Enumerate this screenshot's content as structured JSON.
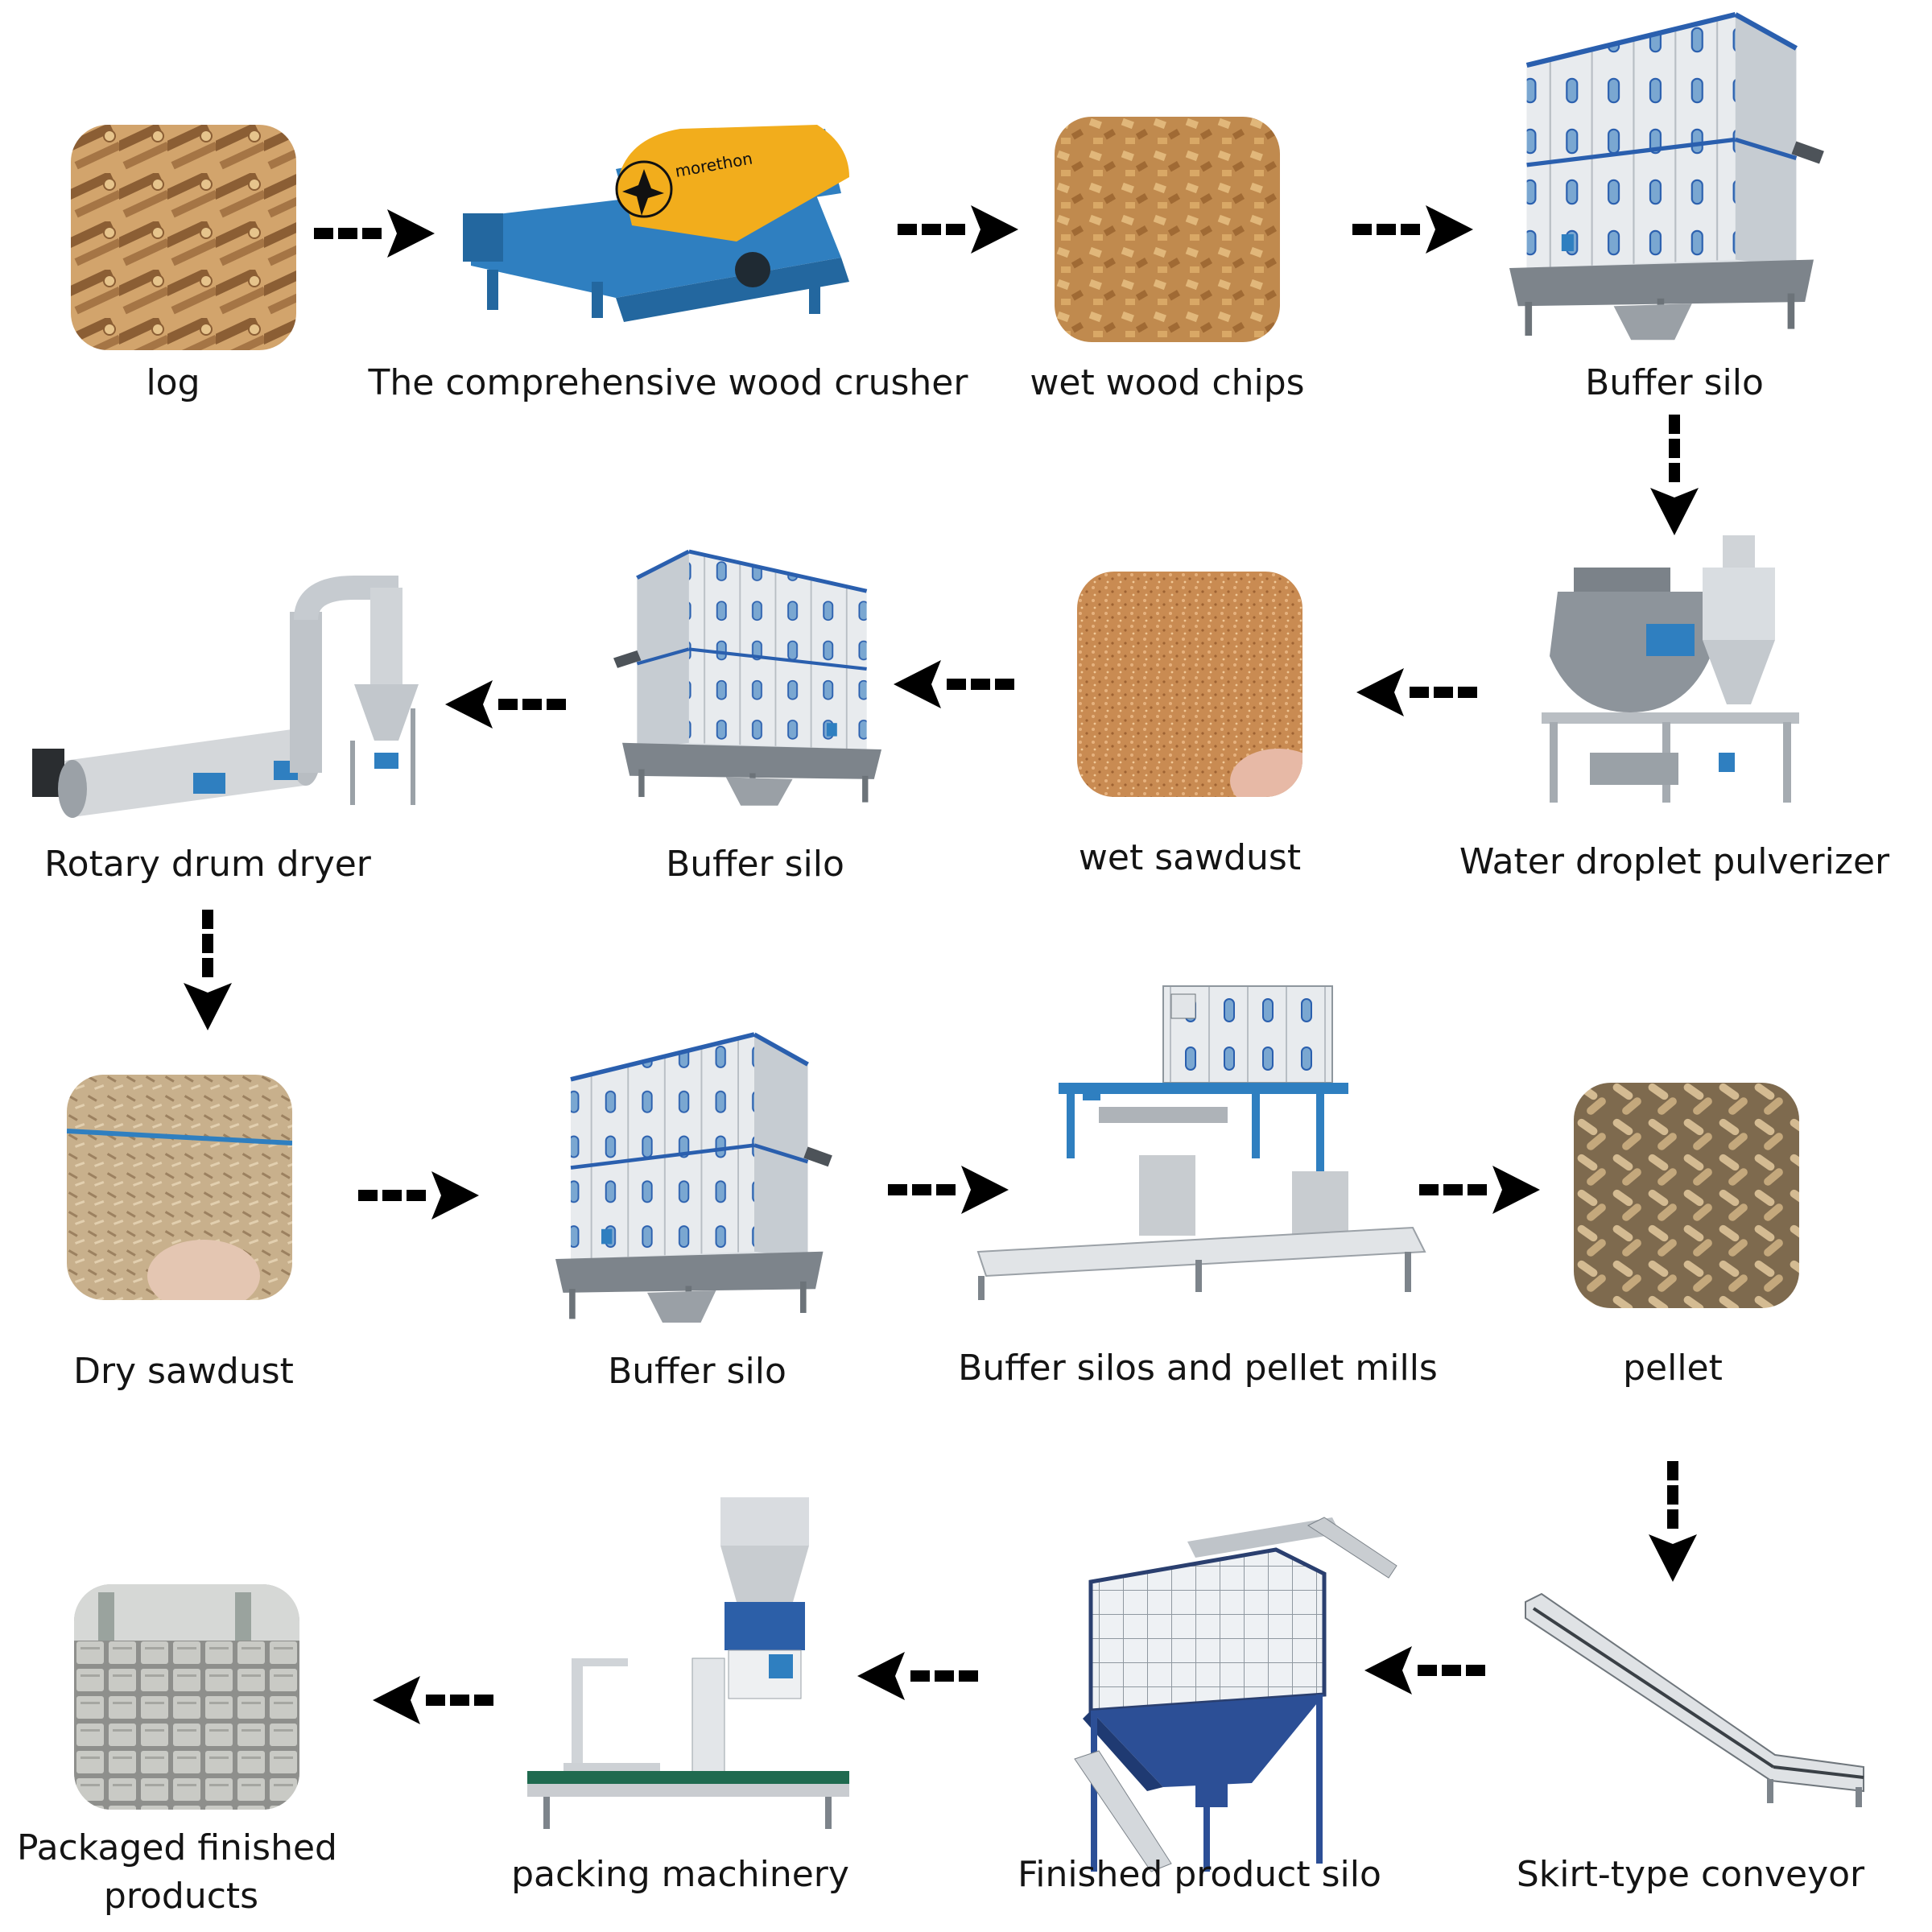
{
  "title": "Wood pellet production process",
  "colors": {
    "arrow": "#000000",
    "machine_blue": "#2f7fc0",
    "machine_yellow": "#f2ad1c",
    "silo_panel": "#e6e9ec",
    "silo_trim": "#2a5fae",
    "steel": "#c9ccd0",
    "wood": "#b98a55",
    "sawdust": "#c9894f",
    "pellet": "#cdb188",
    "belt_green": "#1f6a4f"
  },
  "brand": "morethon",
  "steps": [
    {
      "label": "log",
      "icon": "log-photo-icon"
    },
    {
      "label": "The comprehensive wood crusher",
      "icon": "wood-crusher-machine-icon"
    },
    {
      "label": "wet wood chips",
      "icon": "wood-chips-photo-icon"
    },
    {
      "label": "Buffer silo",
      "icon": "buffer-silo-icon"
    },
    {
      "label": "Water droplet pulverizer",
      "icon": "pulverizer-machine-icon"
    },
    {
      "label": "wet sawdust",
      "icon": "wet-sawdust-photo-icon"
    },
    {
      "label": "Buffer silo",
      "icon": "buffer-silo-icon"
    },
    {
      "label": "Rotary drum dryer",
      "icon": "rotary-drum-dryer-icon"
    },
    {
      "label": "Dry sawdust",
      "icon": "dry-sawdust-photo-icon"
    },
    {
      "label": "Buffer silo",
      "icon": "buffer-silo-icon"
    },
    {
      "label": "Buffer silos and pellet mills",
      "icon": "pellet-mill-icon"
    },
    {
      "label": "pellet",
      "icon": "pellet-photo-icon"
    },
    {
      "label": "Skirt-type conveyor",
      "icon": "skirt-conveyor-icon"
    },
    {
      "label": "Finished product silo",
      "icon": "finished-product-silo-icon"
    },
    {
      "label": "packing machinery",
      "icon": "packing-machine-icon"
    },
    {
      "label": "Packaged finished",
      "label_line2": "products",
      "icon": "packaged-products-photo-icon"
    }
  ],
  "arrows": [
    {
      "direction": "right",
      "from": 0,
      "to": 1
    },
    {
      "direction": "right",
      "from": 1,
      "to": 2
    },
    {
      "direction": "right",
      "from": 2,
      "to": 3
    },
    {
      "direction": "down",
      "from": 3,
      "to": 4
    },
    {
      "direction": "left",
      "from": 4,
      "to": 5
    },
    {
      "direction": "left",
      "from": 5,
      "to": 6
    },
    {
      "direction": "left",
      "from": 6,
      "to": 7
    },
    {
      "direction": "down",
      "from": 7,
      "to": 8
    },
    {
      "direction": "right",
      "from": 8,
      "to": 9
    },
    {
      "direction": "right",
      "from": 9,
      "to": 10
    },
    {
      "direction": "right",
      "from": 10,
      "to": 11
    },
    {
      "direction": "down",
      "from": 11,
      "to": 12
    },
    {
      "direction": "left",
      "from": 12,
      "to": 13
    },
    {
      "direction": "left",
      "from": 13,
      "to": 14
    },
    {
      "direction": "left",
      "from": 14,
      "to": 15
    }
  ]
}
